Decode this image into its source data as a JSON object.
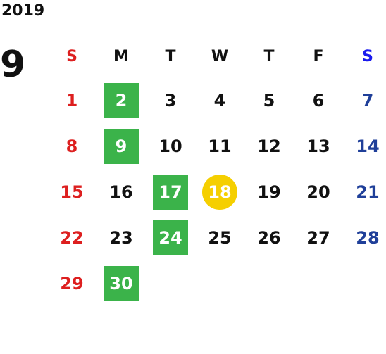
{
  "year": "2019",
  "month": "9",
  "weekdays": [
    "S",
    "M",
    "T",
    "W",
    "T",
    "F",
    "S"
  ],
  "weeks": [
    [
      "1",
      "2",
      "3",
      "4",
      "5",
      "6",
      "7"
    ],
    [
      "8",
      "9",
      "10",
      "11",
      "12",
      "13",
      "14"
    ],
    [
      "15",
      "16",
      "17",
      "18",
      "19",
      "20",
      "21"
    ],
    [
      "22",
      "23",
      "24",
      "25",
      "26",
      "27",
      "28"
    ],
    [
      "29",
      "30",
      "",
      "",
      "",
      "",
      ""
    ]
  ],
  "highlighted_days": [
    "2",
    "9",
    "17",
    "24",
    "30"
  ],
  "today": "18",
  "colors": {
    "sunday": "#dd1f1f",
    "saturday": "#1f3f99",
    "saturday_header": "#1a1aee",
    "highlight": "#3bb34a",
    "today": "#f5cf00"
  }
}
